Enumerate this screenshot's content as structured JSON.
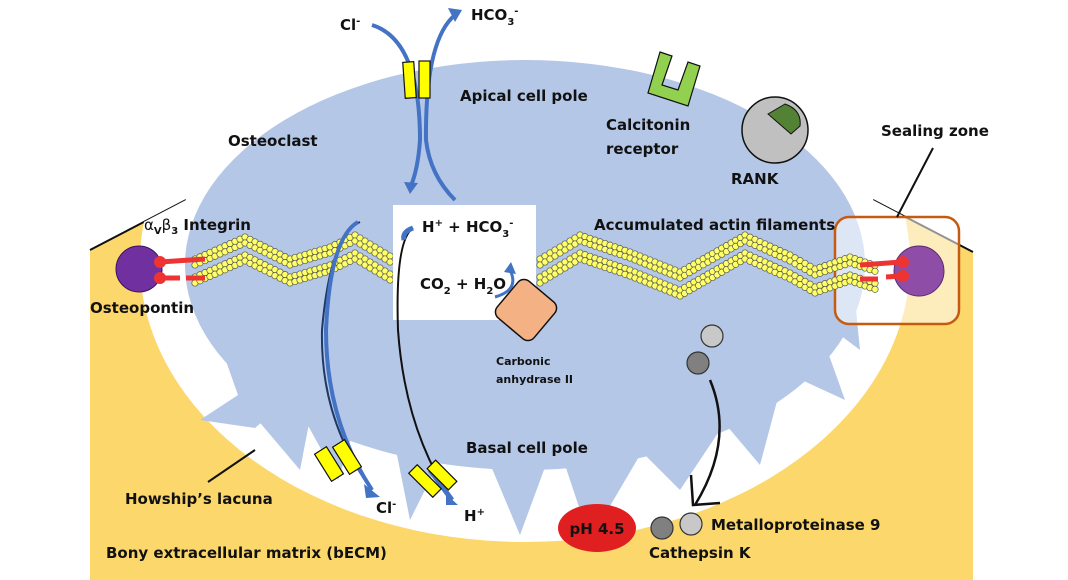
{
  "title": "Osteoclast bone resorption mechanism",
  "colors": {
    "bone": "#FCD76B",
    "lacuna": "#FFFFFF",
    "cell": "#B4C7E7",
    "arrow_blue": "#4472C4",
    "transporter": "#FFFF00",
    "actin_bead": "#FFFF66",
    "integrin": "#EE3333",
    "osteopontin": "#7030A0",
    "calcitonin_receptor": "#92D050",
    "rank_body": "#C0C0C0",
    "rank_ligand": "#548235",
    "carbonic_anhydrase": "#F4B183",
    "ph_badge": "#E02020",
    "sealing_zone_border": "#C55A11",
    "cathepsin": "#808080",
    "mmp9": "#C8C8C8"
  },
  "labels": {
    "cl_top": "Cl",
    "cl_top_charge": "-",
    "hco3_top": "HCO",
    "hco3_top_sub": "3",
    "hco3_top_charge": "-",
    "apical": "Apical cell pole",
    "osteoclast": "Osteoclast",
    "calcitonin_line1": "Calcitonin",
    "calcitonin_line2": "receptor",
    "rank": "RANK",
    "sealing_zone": "Sealing zone",
    "integrin_alpha": "α",
    "integrin_v": "V",
    "integrin_beta": "β",
    "integrin_3": "3",
    "integrin_word": " Integrin",
    "osteopontin": "Osteopontin",
    "reaction_top_h": "H",
    "reaction_top_plus": "+",
    "reaction_top_rest": " + HCO",
    "reaction_top_sub": "3",
    "reaction_top_charge": "-",
    "reaction_bottom_co": "CO",
    "reaction_bottom_sub1": "2",
    "reaction_bottom_mid": " + H",
    "reaction_bottom_sub2": "2",
    "reaction_bottom_end": "O",
    "actin": "Accumulated actin filaments",
    "carbonic_line1": "Carbonic",
    "carbonic_line2": "anhydrase II",
    "basal": "Basal cell pole",
    "cl_bottom": "Cl",
    "cl_bottom_charge": "-",
    "h_bottom": "H",
    "h_bottom_charge": "+",
    "howship": "Howship’s lacuna",
    "becm": "Bony extracellular matrix (bECM)",
    "ph": "pH 4.5",
    "mmp9": "Metalloproteinase  9",
    "cathepsin": "Cathepsin  K"
  }
}
